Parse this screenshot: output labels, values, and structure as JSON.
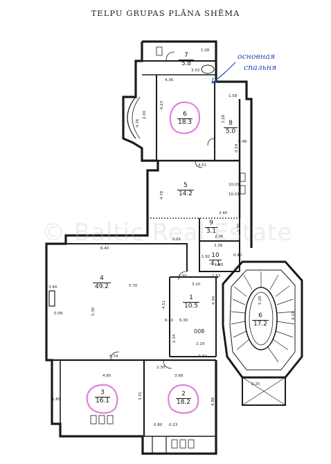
{
  "title": "TELPU GRUPAS PLĀNA SHĒMA",
  "handwritten_note": {
    "line1": "основная",
    "line2": "спальня",
    "color": "#1f4fb0"
  },
  "watermark": "© Baltic Real Estate",
  "highlight_color": "#e07fe0",
  "rooms": [
    {
      "key": "r7",
      "number": "7",
      "area": "5.8"
    },
    {
      "key": "r6top",
      "number": "6",
      "area": "18.3"
    },
    {
      "key": "r8",
      "number": "8",
      "area": "5.0"
    },
    {
      "key": "r5",
      "number": "5",
      "area": "14.2"
    },
    {
      "key": "r9",
      "number": "9",
      "area": "3.1"
    },
    {
      "key": "r10",
      "number": "10",
      "area": "4.1"
    },
    {
      "key": "r4",
      "number": "4",
      "area": "49.2"
    },
    {
      "key": "r1",
      "number": "1",
      "area": "10.5"
    },
    {
      "key": "r6stair",
      "number": "6",
      "area": "17.2"
    },
    {
      "key": "r3",
      "number": "3",
      "area": "16.1"
    },
    {
      "key": "r2",
      "number": "2",
      "area": "18.2"
    }
  ],
  "dimensions": {
    "d_128": "1.28",
    "d_333": "3.33",
    "d_436": "4.36",
    "d_158": "1.58",
    "d_048": "0.48",
    "d_476": "4.76",
    "d_200": "2.00",
    "d_423": "4.23",
    "d_328": "3.28",
    "d_054": "0.54",
    "d_451": "4.51",
    "d_478": "4.78",
    "d_240": "2.40",
    "d_236": "2.36",
    "d_130": "1.30",
    "d_201": "2.01",
    "d_640": "6.40",
    "d_570": "5.70",
    "d_536": "5.36",
    "d_344": "3.44",
    "d_009": "0.09",
    "d_191": "1.91",
    "d_310": "3.10",
    "d_152": "1.52",
    "d_434": "4.34",
    "d_451b": "4.51",
    "d_630": "6.30",
    "d_630b": "6.30",
    "d_234": "2.34",
    "d_219": "2.19",
    "d_008": "008",
    "d_674": "6.74",
    "d_242": "2.42",
    "d_230": "2.30",
    "d_495": "4.95",
    "d_399": "3.99",
    "d_331": "3.31",
    "d_488": "4.88",
    "d_080": "0.80",
    "d_023": "0.23",
    "d_528": "5.28",
    "d_419": "4.19",
    "d_185": "1.85",
    "d_239": "2.39",
    "d_189": "1.89",
    "d_192": "1.92",
    "d_040": "0.40",
    "d_1001": "10.01",
    "d_1002": "10.01",
    "d_225": "2.25"
  }
}
